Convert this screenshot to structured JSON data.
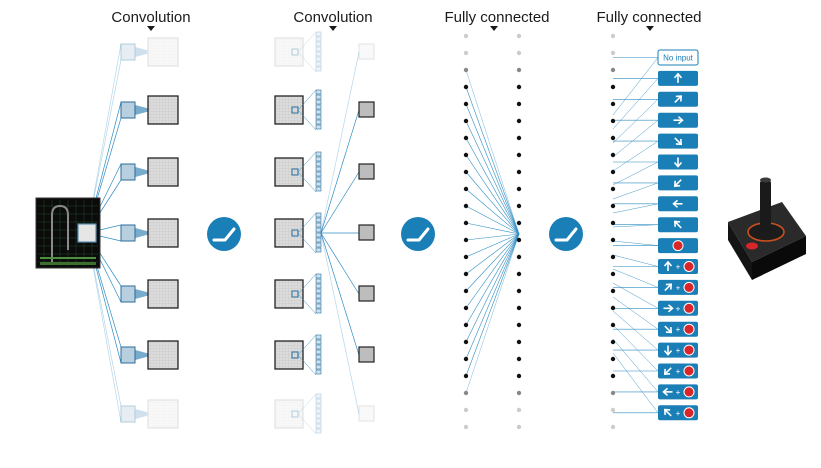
{
  "stages": [
    {
      "title": "Convolution"
    },
    {
      "title": "Convolution"
    },
    {
      "title": "Fully connected"
    },
    {
      "title": "Fully connected"
    }
  ],
  "activation_icon": "relu-activation-icon",
  "actions": [
    {
      "name": "no-input",
      "label": "No input",
      "arrow": null,
      "fire": false
    },
    {
      "name": "up",
      "label": "",
      "arrow": "up",
      "fire": false
    },
    {
      "name": "up-right",
      "label": "",
      "arrow": "up-right",
      "fire": false
    },
    {
      "name": "right",
      "label": "",
      "arrow": "right",
      "fire": false
    },
    {
      "name": "down-right",
      "label": "",
      "arrow": "down-right",
      "fire": false
    },
    {
      "name": "down",
      "label": "",
      "arrow": "down",
      "fire": false
    },
    {
      "name": "down-left",
      "label": "",
      "arrow": "down-left",
      "fire": false
    },
    {
      "name": "left",
      "label": "",
      "arrow": "left",
      "fire": false
    },
    {
      "name": "up-left",
      "label": "",
      "arrow": "up-left",
      "fire": false
    },
    {
      "name": "fire",
      "label": "",
      "arrow": null,
      "fire": true
    },
    {
      "name": "up-fire",
      "label": "",
      "arrow": "up",
      "fire": true
    },
    {
      "name": "up-right-fire",
      "label": "",
      "arrow": "up-right",
      "fire": true
    },
    {
      "name": "right-fire",
      "label": "",
      "arrow": "right",
      "fire": true
    },
    {
      "name": "down-right-fire",
      "label": "",
      "arrow": "down-right",
      "fire": true
    },
    {
      "name": "down-fire",
      "label": "",
      "arrow": "down",
      "fire": true
    },
    {
      "name": "down-left-fire",
      "label": "",
      "arrow": "down-left",
      "fire": true
    },
    {
      "name": "left-fire",
      "label": "",
      "arrow": "left",
      "fire": true
    },
    {
      "name": "up-left-fire",
      "label": "",
      "arrow": "up-left",
      "fire": true
    }
  ],
  "colors": {
    "accent": "#1a7fb6",
    "line": "#2f8dc3",
    "fire": "#d8262b",
    "map_fill": "#d9d9d9",
    "node": "#111111",
    "faded_node": "#bdbdbd"
  }
}
